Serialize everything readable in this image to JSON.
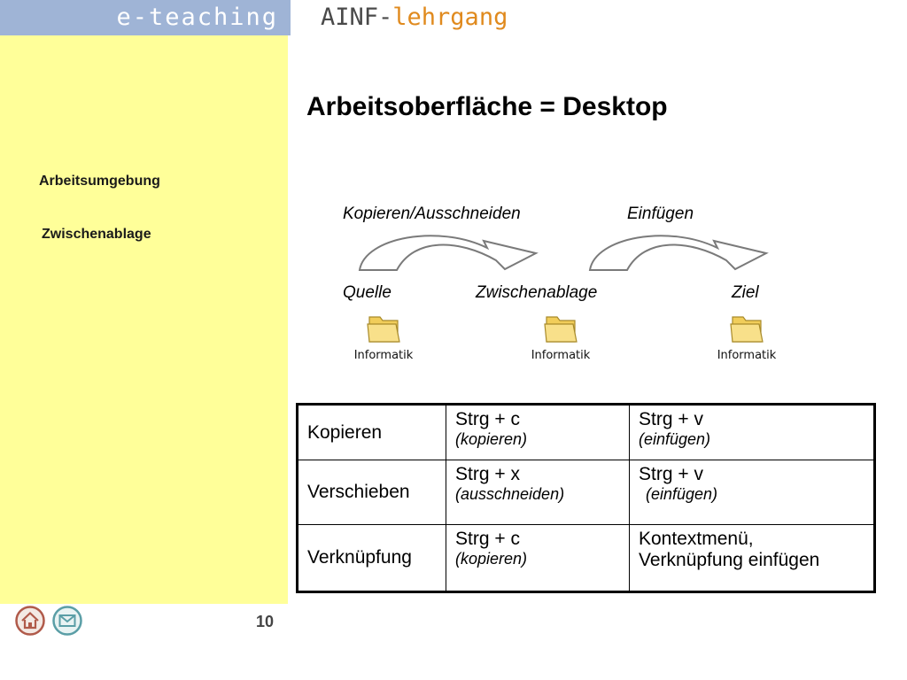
{
  "header": {
    "brand": "e-teaching",
    "course_prefix": "AINF-",
    "course_suffix": "lehrgang"
  },
  "sidebar": {
    "items": [
      {
        "label": "Arbeitsumgebung"
      },
      {
        "label": "Zwischenablage"
      }
    ]
  },
  "main": {
    "title": "Arbeitsoberfläche = Desktop",
    "diagram": {
      "action_copy_cut": "Kopieren/Ausschneiden",
      "action_paste": "Einfügen",
      "source_label": "Quelle",
      "clipboard_label": "Zwischenablage",
      "target_label": "Ziel",
      "folder_name": "Informatik"
    },
    "table": {
      "rows": [
        {
          "action": "Kopieren",
          "shortcut1": "Strg + c",
          "note1": "(kopieren)",
          "shortcut2": "Strg + v",
          "note2": "(einfügen)"
        },
        {
          "action": "Verschieben",
          "shortcut1": "Strg + x",
          "note1": "(ausschneiden)",
          "shortcut2": "Strg + v",
          "note2": "(einfügen)"
        },
        {
          "action": "Verknüpfung",
          "shortcut1": "Strg + c",
          "note1": "(kopieren)",
          "shortcut2_line1": "Kontextmenü,",
          "shortcut2_line2": "Verknüpfung einfügen"
        }
      ]
    }
  },
  "footer": {
    "page_number": "10",
    "home_icon": "home-icon",
    "mail_icon": "mail-icon"
  },
  "colors": {
    "sidebar_bg": "#ffff99",
    "brand_bar": "#9fb4d6",
    "course_accent": "#e08a1e",
    "folder": "#f5d66a"
  }
}
